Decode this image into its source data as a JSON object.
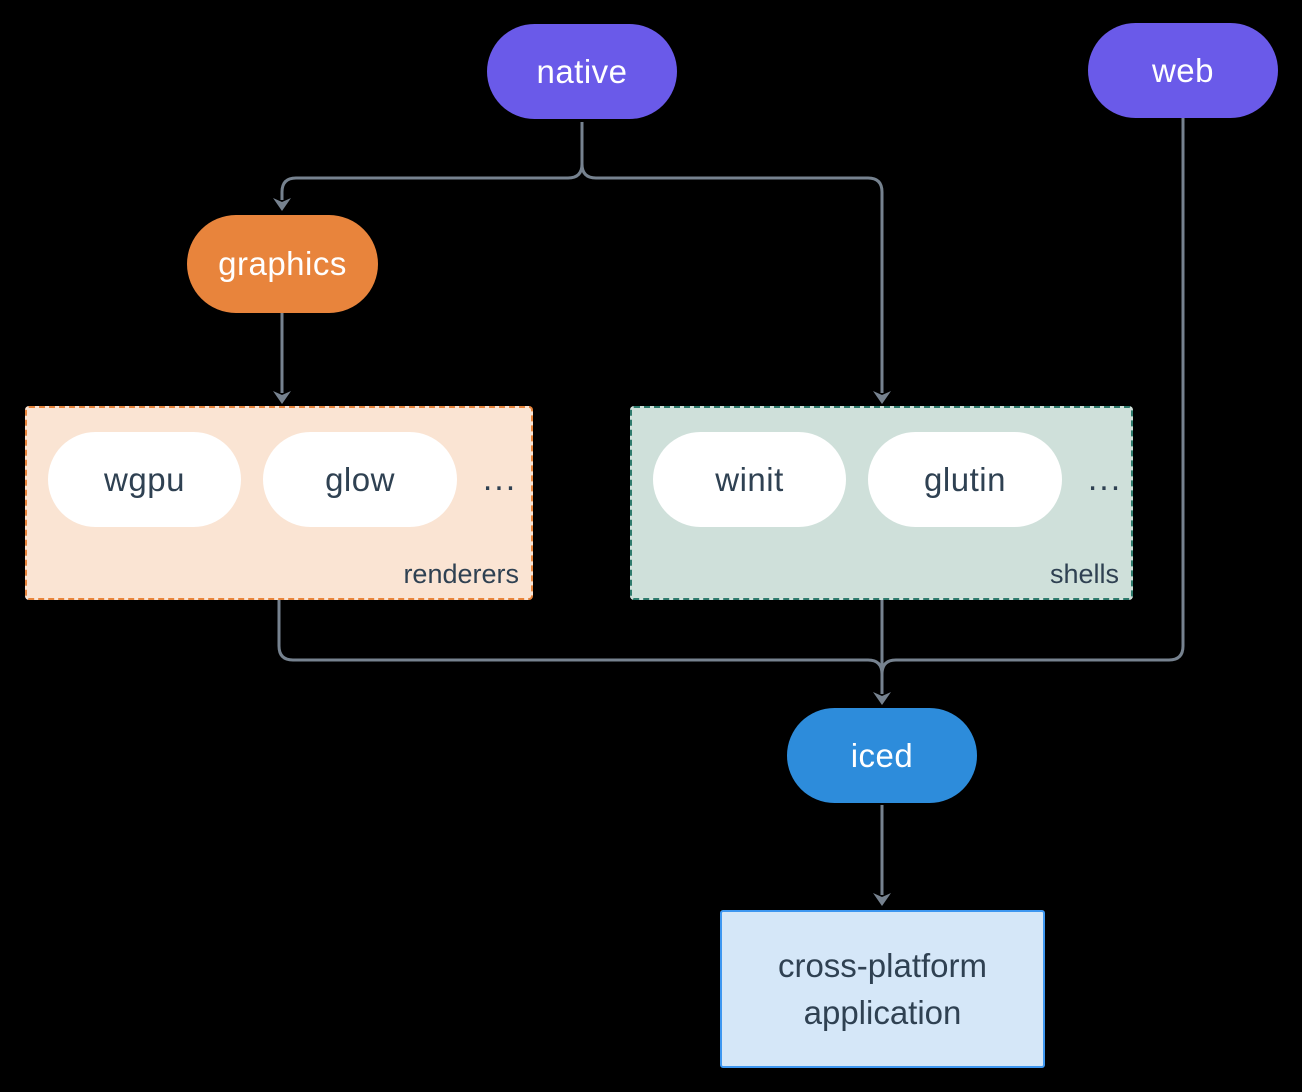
{
  "background": "#000000",
  "diagram": {
    "nodes": {
      "native": {
        "label": "native",
        "color": "#6A5AE9"
      },
      "web": {
        "label": "web",
        "color": "#6A5AE9"
      },
      "graphics": {
        "label": "graphics",
        "color": "#E8843C"
      },
      "iced": {
        "label": "iced",
        "color": "#2D8CDB"
      },
      "application": {
        "line1": "cross-platform",
        "line2": "application",
        "bg": "#D5E7F8",
        "border": "#3E97F0"
      }
    },
    "groups": {
      "renderers": {
        "label": "renderers",
        "items": [
          "wgpu",
          "glow"
        ],
        "ellipsis": "...",
        "bg": "#FAE4D3",
        "border": "#E8853C"
      },
      "shells": {
        "label": "shells",
        "items": [
          "winit",
          "glutin"
        ],
        "ellipsis": "...",
        "bg": "#CFE0DA",
        "border": "#2E7A6C"
      }
    },
    "edges": [
      {
        "from": "native",
        "to": "graphics"
      },
      {
        "from": "native",
        "to": "shells"
      },
      {
        "from": "graphics",
        "to": "renderers"
      },
      {
        "from": "renderers",
        "to": "iced"
      },
      {
        "from": "shells",
        "to": "iced"
      },
      {
        "from": "web",
        "to": "iced"
      },
      {
        "from": "iced",
        "to": "application"
      }
    ],
    "colors": {
      "connector": "#76828F",
      "text_dark": "#2F4152",
      "text_light": "#FFFFFF"
    }
  }
}
